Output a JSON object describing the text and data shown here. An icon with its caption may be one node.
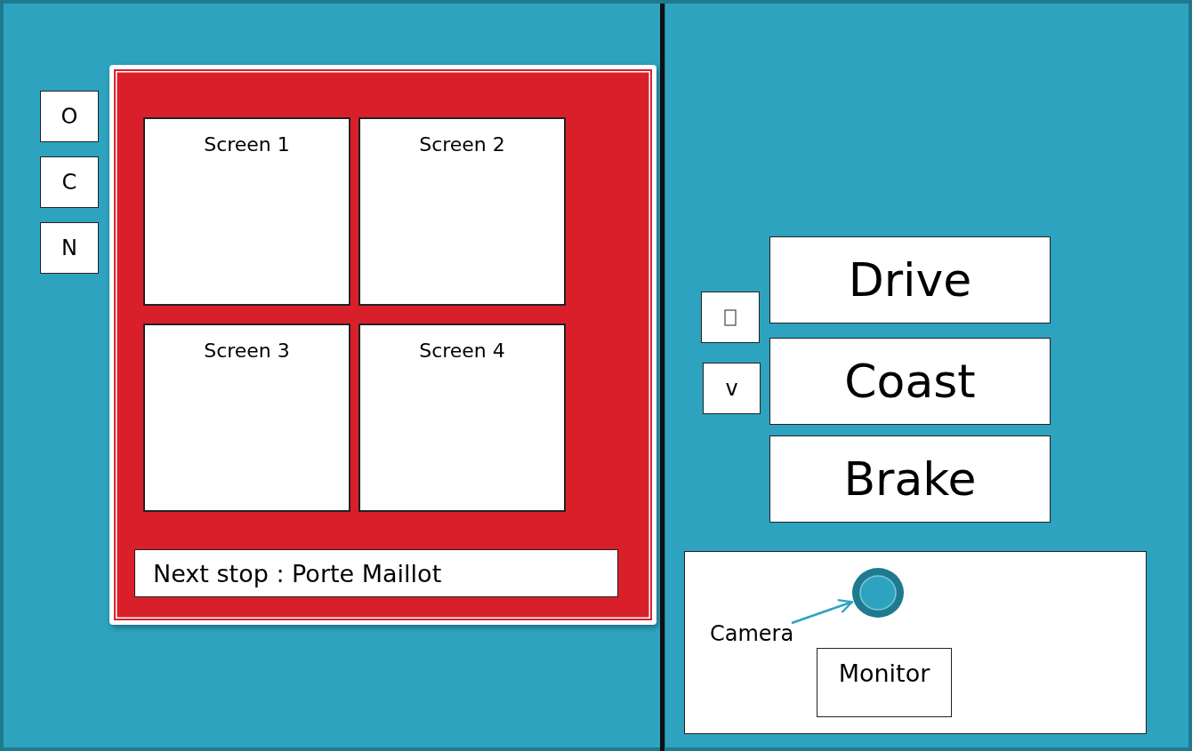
{
  "diagram": {
    "nodes": [
      {
        "text": [
          "O"
        ]
      },
      {
        "text": [
          "C"
        ]
      },
      {
        "text": [
          "N"
        ]
      },
      {
        "text": [],
        "shape": "box"
      },
      {
        "text": [
          "Screen 1"
        ],
        "in": 3
      },
      {
        "text": [
          "Screen 2"
        ],
        "in": 3
      },
      {
        "text": [
          "Screen 3"
        ],
        "in": 3
      },
      {
        "text": [
          "Screen 4"
        ],
        "in": 3
      },
      {
        "text": [
          "Next stop : Porte Maillot"
        ],
        "in": 3
      },
      {
        "text": [],
        "shape": "box"
      },
      {
        "text": [
          "v"
        ]
      },
      {
        "text": [
          "Drive"
        ]
      },
      {
        "text": [
          "Coast"
        ]
      },
      {
        "text": [
          "Brake"
        ]
      },
      {
        "text": [],
        "shape": "box"
      },
      {
        "text": [
          "Camera"
        ],
        "in": 14
      },
      {
        "text": [],
        "shape": "circle",
        "in": 14
      },
      {
        "text": [
          "Monitor"
        ],
        "in": 14
      }
    ],
    "edges": [
      {
        "from": 15,
        "to": 16,
        "arrow": "to"
      }
    ]
  }
}
